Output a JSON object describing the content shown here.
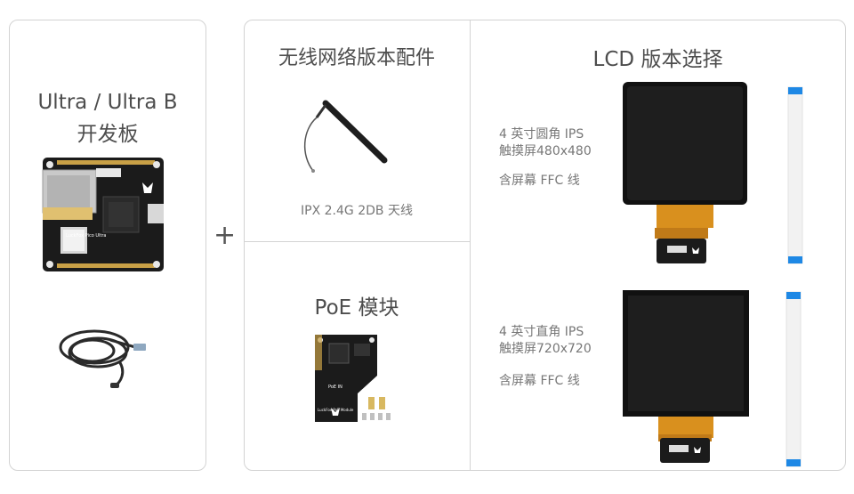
{
  "board": {
    "title_line1": "Ultra / Ultra B",
    "title_line2": "开发板",
    "board_silkscreen": "LuckFox Pico Ultra"
  },
  "plus_sign": "+",
  "wireless": {
    "title": "无线网络版本配件",
    "antenna_caption": "IPX 2.4G 2DB 天线"
  },
  "poe": {
    "title": "PoE 模块",
    "module_label": "PoE IN",
    "module_silkscreen": "LuckFox PoE Module"
  },
  "lcd": {
    "title": "LCD 版本选择",
    "round": {
      "line1": "4 英寸圆角 IPS",
      "line2": "触摸屏480x480",
      "line3": "含屏幕 FFC 线"
    },
    "square": {
      "line1": "4 英寸直角 IPS",
      "line2": "触摸屏720x720",
      "line3": "含屏幕 FFC 线"
    }
  },
  "colors": {
    "border": "#d3d3d3",
    "pcb": "#1b1b1b",
    "gold": "#c8a046",
    "ffc_blue": "#1e88e5",
    "flex_orange": "#d9901e"
  }
}
